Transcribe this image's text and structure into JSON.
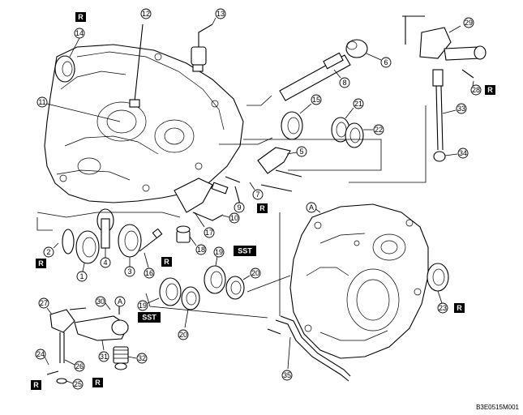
{
  "callouts": [
    "1",
    "2",
    "3",
    "4",
    "5",
    "6",
    "7",
    "8",
    "9",
    "10",
    "11",
    "12",
    "13",
    "14",
    "15",
    "16",
    "17",
    "18",
    "19",
    "20",
    "21",
    "22",
    "23",
    "24",
    "25",
    "26",
    "27",
    "28",
    "29",
    "30",
    "31",
    "32",
    "33",
    "34",
    "35"
  ],
  "ref_mark": "A",
  "badges": {
    "replace": "R",
    "special_tool": "SST"
  },
  "figure_code": "B3E0515M001"
}
